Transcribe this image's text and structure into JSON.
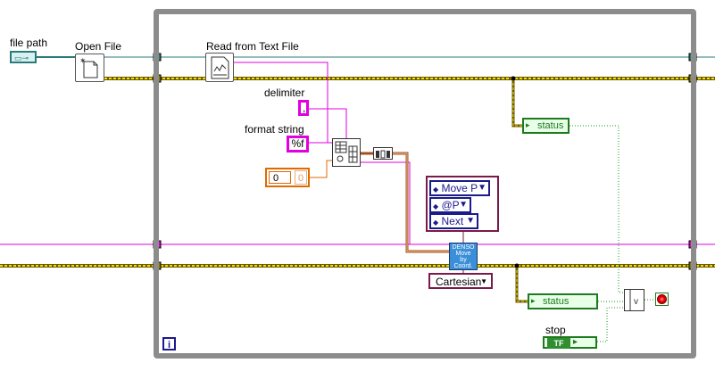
{
  "labels": {
    "file_path": "file path",
    "open_file": "Open File",
    "read_from_text_file": "Read from Text File",
    "delimiter": "delimiter",
    "format_string": "format string",
    "stop": "stop"
  },
  "constants": {
    "delimiter_value": ",",
    "format_value": "%f",
    "numeric_outer": "0",
    "numeric_inner": "0",
    "iteration": "i",
    "tf": "TF"
  },
  "rings": {
    "move_mode": "Move P",
    "pose": "@P",
    "next": "Next",
    "coord": "Cartesian"
  },
  "indicators": {
    "status_top": "status",
    "status_bottom": "status"
  },
  "denso_block": [
    "DENSO",
    "Move",
    "by",
    "Coord."
  ],
  "colors": {
    "error_wire": "#c8b400",
    "refnum_wire": "#2a7a7a",
    "string_wire": "#e000e0",
    "array_wire": "#c86a1e",
    "boolean_wire": "#1f9a1f",
    "loop_border": "#8c8c8c",
    "ring_blue": "#1a1a8c",
    "denso_blue": "#3b8fd9"
  },
  "icons": {
    "open_file": "open-file-icon",
    "read_text_file": "read-text-file-icon",
    "scan_from_string": "scan-from-string-icon",
    "array_to_cluster": "array-index-icon",
    "or_gate": "or-gate-icon",
    "stop_button": "stop-button-icon"
  }
}
